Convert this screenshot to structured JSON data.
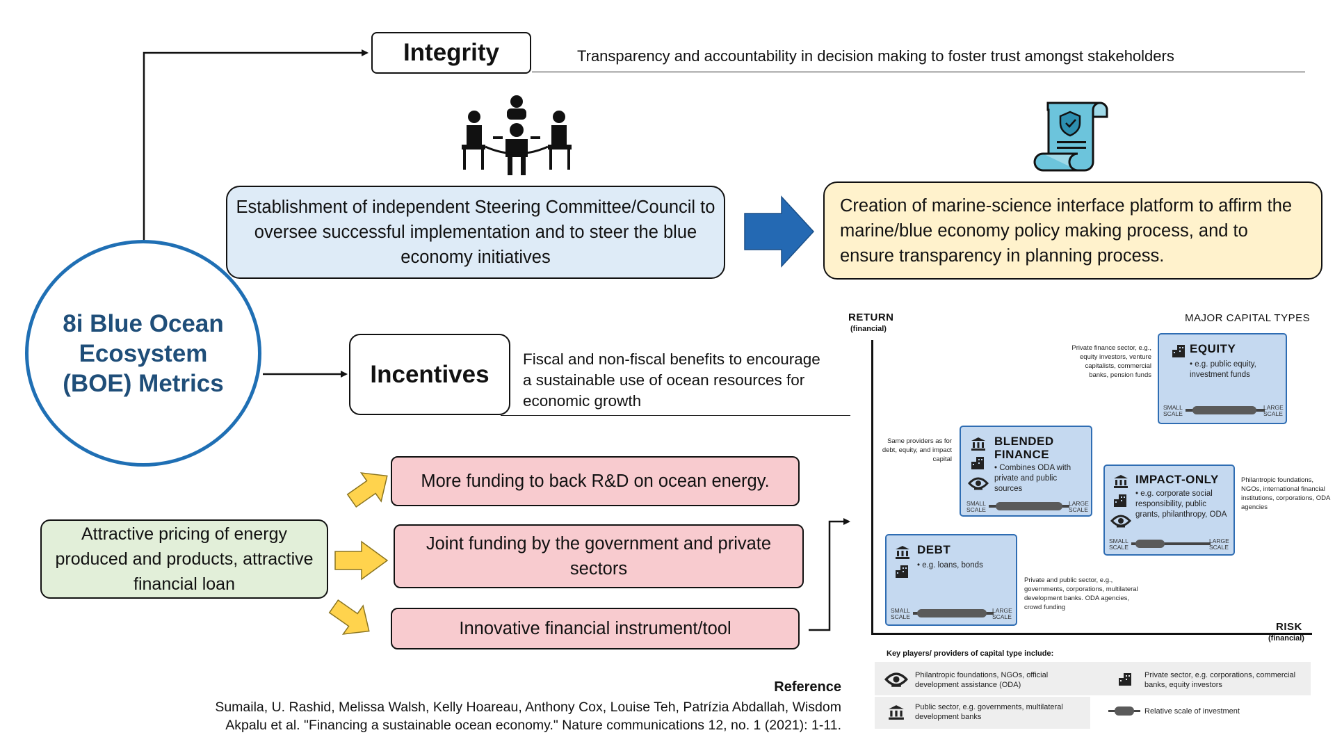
{
  "center": {
    "title": "8i Blue Ocean Ecosystem (BOE) Metrics"
  },
  "integrity": {
    "label": "Integrity",
    "description": "Transparency and accountability in decision making to foster trust amongst stakeholders"
  },
  "steering_box": {
    "text": "Establishment of independent Steering Committee/Council to oversee successful implementation and to steer the blue economy initiatives"
  },
  "platform_box": {
    "text": "Creation of marine-science interface platform to affirm the marine/blue economy policy making process, and to ensure transparency in planning process."
  },
  "incentives": {
    "label": "Incentives",
    "description": "Fiscal and non-fiscal benefits to encourage a sustainable use of ocean resources for economic growth"
  },
  "pricing_box": {
    "text": "Attractive pricing of energy produced and products, attractive financial loan"
  },
  "outcomes": [
    {
      "text": "More funding to back R&D on ocean energy."
    },
    {
      "text": "Joint funding by the government and private sectors"
    },
    {
      "text": "Innovative financial instrument/tool"
    }
  ],
  "capital_chart": {
    "y_axis_label": "RETURN",
    "y_axis_sub": "(financial)",
    "x_axis_label": "RISK",
    "x_axis_sub": "(financial)",
    "header": "MAJOR CAPITAL TYPES",
    "scale_small": "SMALL SCALE",
    "scale_large": "LARGE SCALE",
    "equity": {
      "title": "EQUITY",
      "desc": "• e.g. public equity, investment funds",
      "providers": "Private finance sector, e.g., equity investors, venture capitalists, commercial banks, pension funds"
    },
    "blended": {
      "title": "BLENDED FINANCE",
      "desc": "• Combines ODA with private and public sources",
      "providers": "Same providers as for debt, equity, and impact capital"
    },
    "impact": {
      "title": "IMPACT-ONLY",
      "desc": "• e.g. corporate social responsibility, public grants, philanthropy, ODA",
      "providers": "Philantropic foundations, NGOs, international financial institutions, corporations, ODA agencies"
    },
    "debt": {
      "title": "DEBT",
      "desc": "• e.g. loans, bonds",
      "providers": "Private and public sector, e.g., governments, corporations, multilateral development banks. ODA agencies, crowd funding"
    },
    "legend": {
      "title": "Key players/ providers of capital type include:",
      "philanthropic": "Philantropic foundations, NGOs, official development assistance (ODA)",
      "private": "Private sector, e.g. corporations, commercial banks, equity investors",
      "public": "Public sector, e.g. governments, multilateral development banks",
      "scale": "Relative scale of investment"
    }
  },
  "reference": {
    "heading": "Reference",
    "line1": "Sumaila, U. Rashid, Melissa Walsh, Kelly Hoareau, Anthony Cox, Louise Teh, Patrízia Abdallah, Wisdom",
    "line2": "Akpalu et al. \"Financing a sustainable ocean economy.\" Nature communications 12, no. 1 (2021): 1-11."
  },
  "colors": {
    "circle_border": "#1f6fb4",
    "circle_text": "#1f4e79",
    "steering_fill": "#deebf7",
    "platform_fill": "#fff2cc",
    "pricing_fill": "#e2efd9",
    "outcome_fill": "#f8cbcf",
    "blue_arrow": "#2469b3",
    "yellow_arrow": "#ffd34d",
    "capital_fill": "#c5d9f0"
  }
}
